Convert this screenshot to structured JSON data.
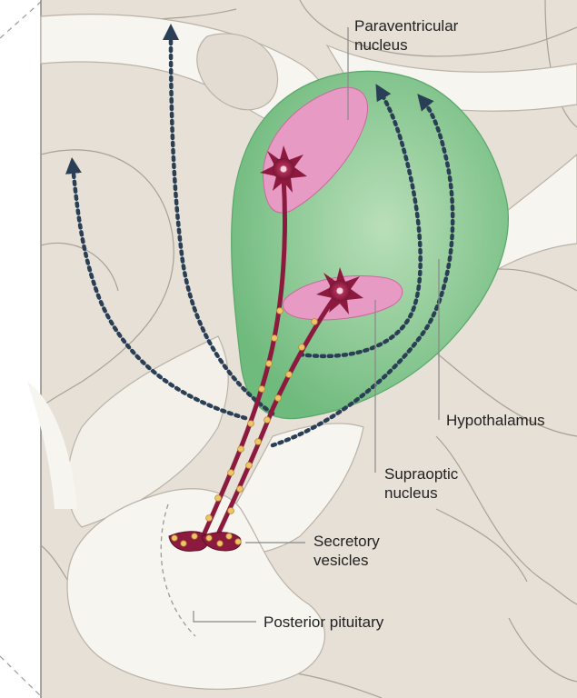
{
  "labels": {
    "paraventricular": [
      "Paraventricular",
      "nucleus"
    ],
    "hypothalamus": "Hypothalamus",
    "supraoptic": [
      "Supraoptic",
      "nucleus"
    ],
    "secretory": [
      "Secretory",
      "vesicles"
    ],
    "posterior_pituitary": "Posterior pituitary"
  },
  "colors": {
    "background_tissue": "#e6e0d6",
    "white_matter": "#f7f5f0",
    "hypothalamus": "#7fc38a",
    "nucleus": "#e79bc4",
    "neuron": "#8b1a3e",
    "vesicle": "#f0c56a",
    "pathway_dots": "#2a3f55"
  }
}
